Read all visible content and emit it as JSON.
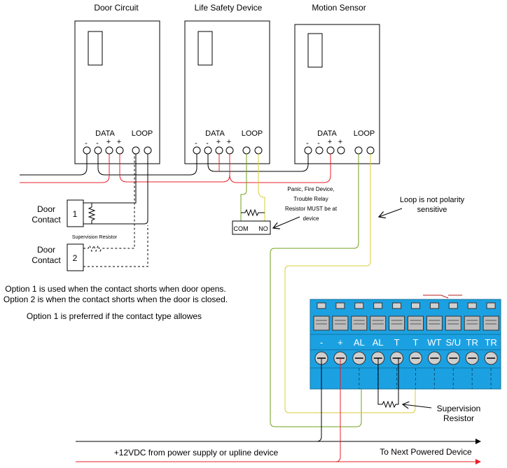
{
  "devices": [
    {
      "title": "Door Circuit",
      "data_label": "DATA",
      "loop_label": "LOOP",
      "polarity": [
        "-",
        "-",
        "+",
        "+"
      ]
    },
    {
      "title": "Life Safety Device",
      "data_label": "DATA",
      "loop_label": "LOOP",
      "polarity": [
        "-",
        "-",
        "+",
        "+"
      ]
    },
    {
      "title": "Motion Sensor",
      "data_label": "DATA",
      "loop_label": "LOOP",
      "polarity": [
        "-",
        "-",
        "+",
        "+"
      ]
    }
  ],
  "door_contacts": {
    "label_line1": "Door",
    "label_line2": "Contact",
    "contact1_number": "1",
    "contact2_number": "2",
    "supervision_resistor_label": "Supervision Resistor"
  },
  "relay": {
    "com_label": "COM",
    "no_label": "NO",
    "note_lines": [
      "Panic, Fire Device,",
      "Trouble Relay",
      "Resistor MUST be at",
      "device"
    ]
  },
  "loop_note": [
    "Loop is not polarity",
    "sensitive"
  ],
  "options_text": [
    "Option 1 is used when the contact shorts when door opens.",
    "Option 2 is when the contact shorts when the door is closed."
  ],
  "preferred_text": "Option 1 is preferred if the contact type allowes",
  "terminal_block": {
    "labels": [
      "-",
      "+",
      "AL",
      "AL",
      "T",
      "T",
      "WT",
      "S/U",
      "TR",
      "TR"
    ]
  },
  "supervision_resistor_label": [
    "Supervision",
    "Resistor"
  ],
  "power_label": "+12VDC from power supply or upline device",
  "next_device_label": "To Next Powered Device",
  "colors": {
    "data_negative": "#000000",
    "data_positive": "#e8202a",
    "loop_wire_a": "#6fa21b",
    "loop_wire_b": "#d8cc3a",
    "terminal_block": "#1ba1e2",
    "terminal_dark": "#10739e"
  }
}
